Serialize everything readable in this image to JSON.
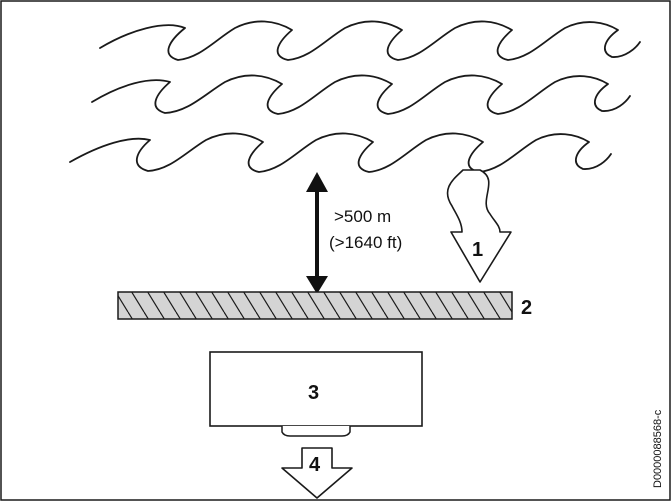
{
  "distance": {
    "metric": ">500 m",
    "imperial": "(>1640 ft)"
  },
  "callouts": {
    "incoming_light": "1",
    "screen": "2",
    "device": "3",
    "output": "4"
  },
  "figure_code": "D0000088568-c",
  "colors": {
    "line": "#1a1a1a",
    "hatch_fill": "#d4d4d4",
    "background": "#ffffff"
  },
  "icons": {
    "waves": "sea-waves-icon",
    "down_arrow": "down-arrow-icon",
    "distance_arrow": "double-arrow-icon"
  }
}
